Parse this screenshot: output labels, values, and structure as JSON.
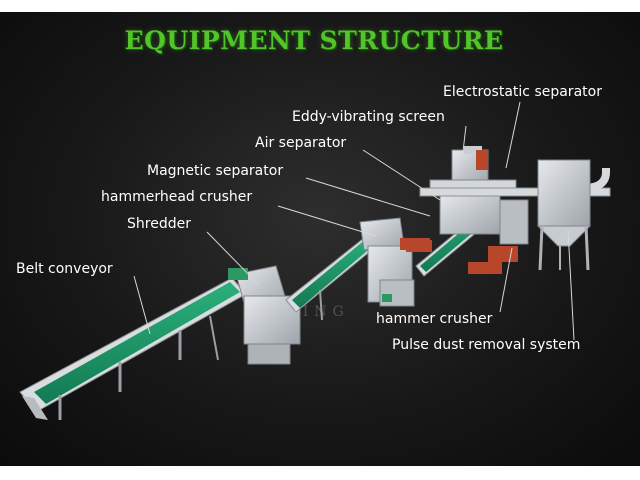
{
  "title": "EQUIPMENT STRUCTURE",
  "labels": {
    "electrostatic_separator": "Electrostatic separator",
    "eddy_vibrating_screen": "Eddy-vibrating screen",
    "air_separator": "Air separator",
    "magnetic_separator": "Magnetic separator",
    "hammerhead_crusher": "hammerhead crusher",
    "shredder": "Shredder",
    "belt_conveyor": "Belt conveyor",
    "hammer_crusher": "hammer crusher",
    "pulse_dust_removal_system": "Pulse dust removal system"
  },
  "watermark": "DOING",
  "colors": {
    "title_green": "#53c42a",
    "belt_green": "#1f9a6a",
    "machine_metal": "#c9ced3",
    "bin_red": "#b8462a",
    "background": "#1c1c1c"
  }
}
